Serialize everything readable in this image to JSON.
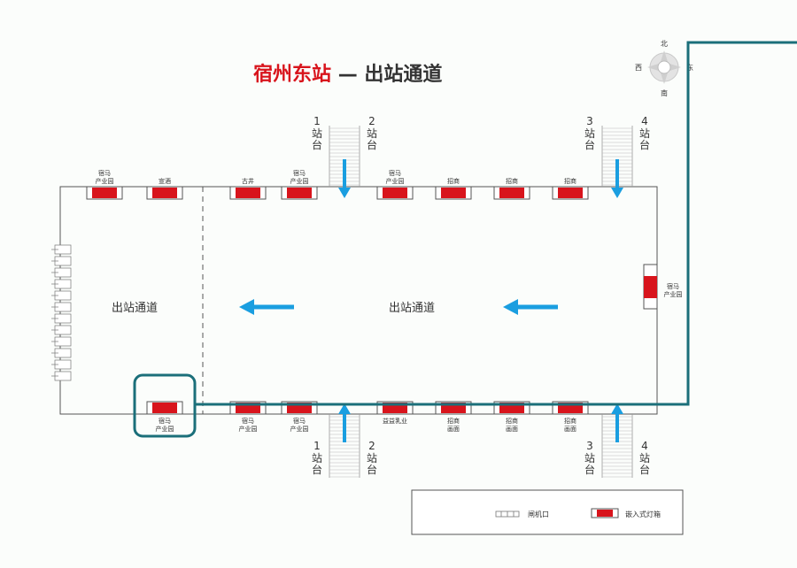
{
  "title": {
    "station": "宿州东站",
    "separator": "—",
    "subtitle": "出站通道"
  },
  "compass": {
    "north": "北",
    "south": "南",
    "west": "西",
    "east": "东"
  },
  "hall": {
    "left_label": "出站通道",
    "right_label": "出站通道"
  },
  "platforms": {
    "p1": [
      "1",
      "站",
      "台"
    ],
    "p2": [
      "2",
      "站",
      "台"
    ],
    "p3": [
      "3",
      "站",
      "台"
    ],
    "p4": [
      "4",
      "站",
      "台"
    ]
  },
  "top_boxes": [
    {
      "label": [
        "宿马",
        "产业园"
      ]
    },
    {
      "label": [
        "宣酒"
      ]
    },
    {
      "label": [
        "古井"
      ]
    },
    {
      "label": [
        "宿马",
        "产业园"
      ]
    },
    {
      "label": [
        "宿马",
        "产业园"
      ]
    },
    {
      "label": [
        "招商"
      ]
    },
    {
      "label": [
        "招商"
      ]
    },
    {
      "label": [
        "招商"
      ]
    }
  ],
  "bottom_boxes": [
    {
      "label": [
        "宿马",
        "产业园"
      ],
      "highlighted": true
    },
    {
      "label": [
        "宿马",
        "产业园"
      ]
    },
    {
      "label": [
        "宿马",
        "产业园"
      ]
    },
    {
      "label": [
        "益益乳业"
      ]
    },
    {
      "label": [
        "招商",
        "画面"
      ]
    },
    {
      "label": [
        "招商",
        "画面"
      ]
    },
    {
      "label": [
        "招商",
        "画面"
      ]
    }
  ],
  "right_box": {
    "label": [
      "宿马",
      "产业园"
    ]
  },
  "legend": {
    "gate_label": "闸机口",
    "lightbox_label": "嵌入式灯箱"
  },
  "colors": {
    "red": "#d8141c",
    "arrow_blue": "#1a9ee0",
    "route_teal": "#1b6f7a",
    "outline": "#555555"
  }
}
